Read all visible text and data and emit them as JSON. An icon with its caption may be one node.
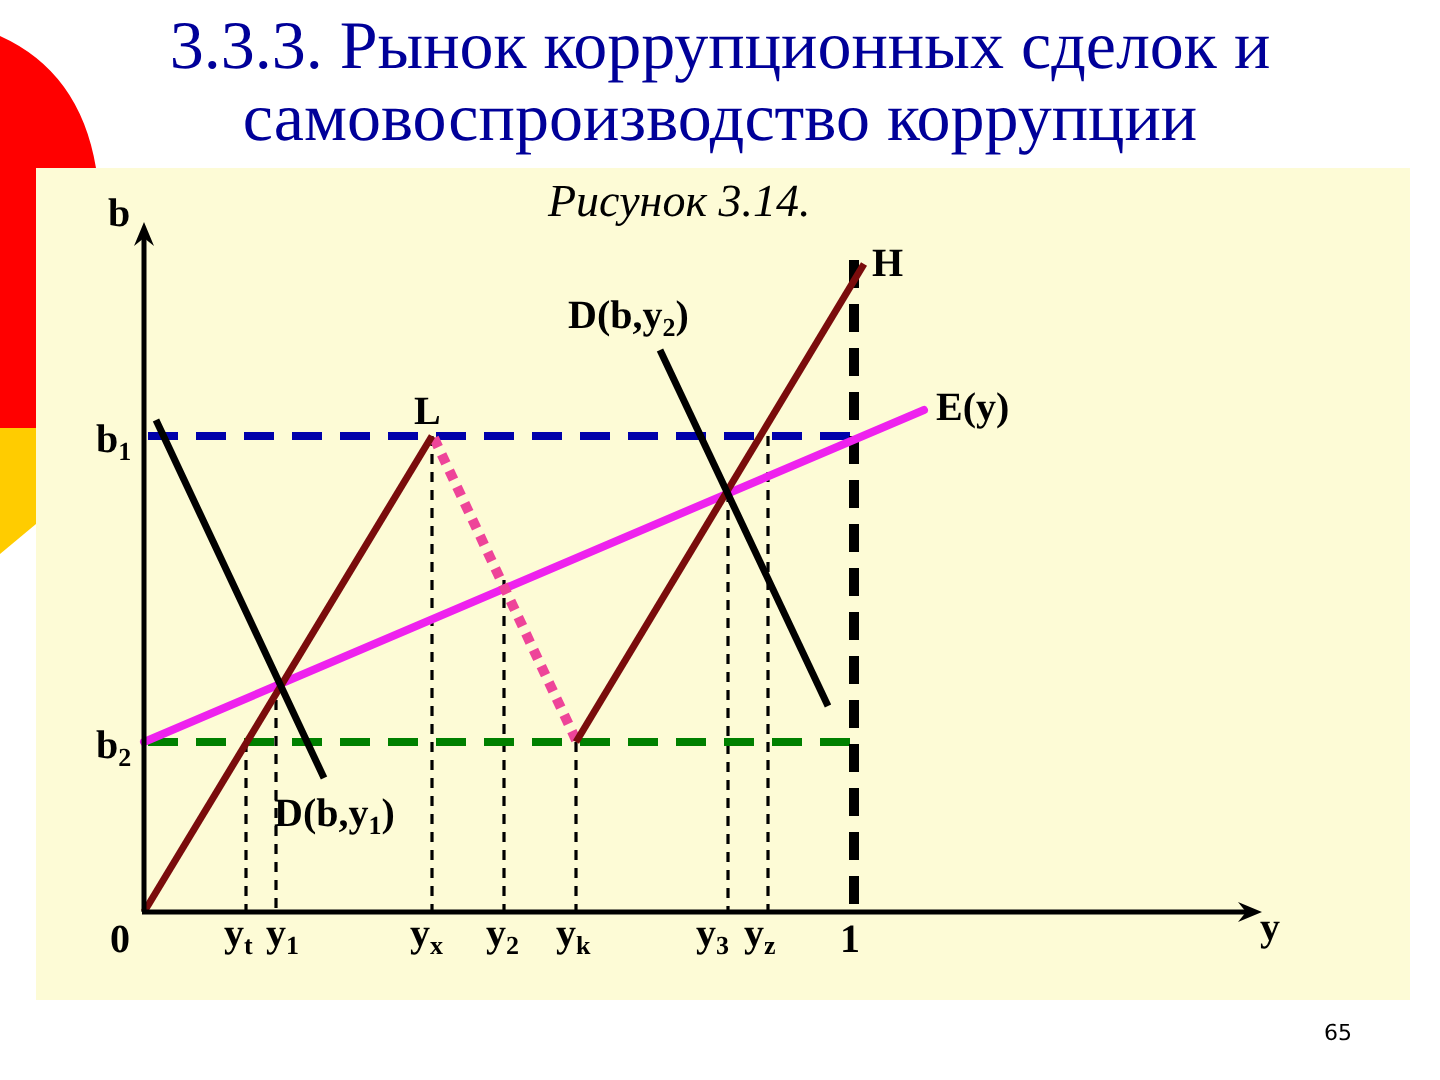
{
  "diagram": {
    "title": "3.3.3. Рынок коррупционных сделок и самовоспроизводство коррупции",
    "caption": "Рисунок 3.14.",
    "labels": [
      "b",
      "H",
      "D(b,y$_{2}$)",
      "L",
      "E(y)",
      "b$_{1}$",
      "b$_{2}$",
      "D(b,y$_{1}$)",
      "0",
      "y$_{t}$",
      "y$_{1}$",
      "y$_{x}$",
      "y$_{2}$",
      "y$_{k}$",
      "y$_{3}$",
      "y$_{z}$",
      "1",
      "y",
      "65"
    ]
  }
}
